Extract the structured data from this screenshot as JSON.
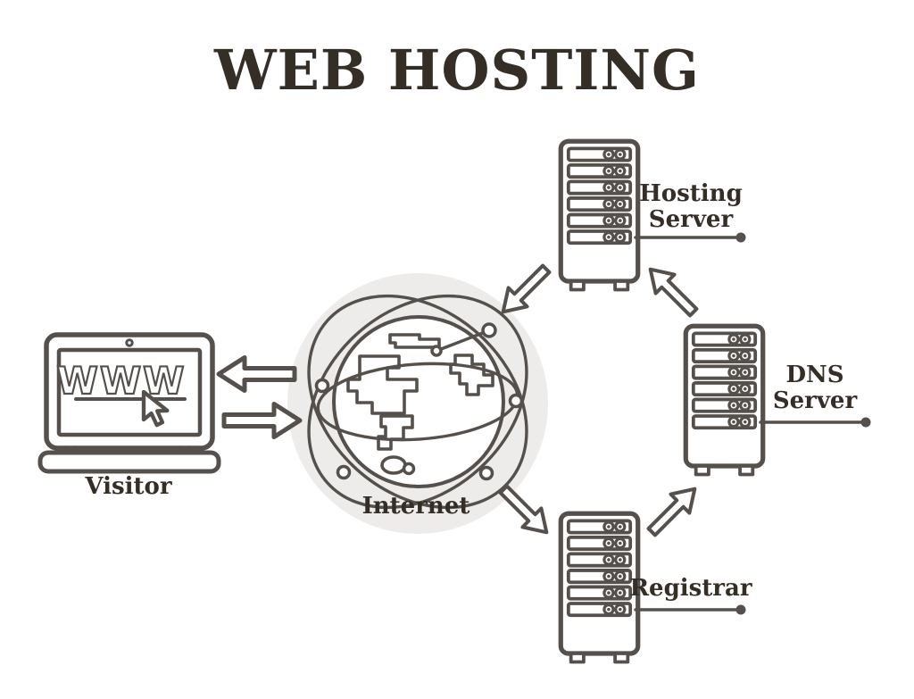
{
  "title": "WEB HOSTING",
  "colors": {
    "background": "#ffffff",
    "stroke": "#55504b",
    "text": "#352e27",
    "globe_bg": "#edecea"
  },
  "nodes": {
    "visitor": {
      "label": "Visitor",
      "screen_text": "WWW",
      "icon": "laptop-icon"
    },
    "internet": {
      "label": "Internet",
      "icon": "globe-icon"
    },
    "hosting_server": {
      "label_line1": "Hosting",
      "label_line2": "Server",
      "icon": "server-tower-icon"
    },
    "dns_server": {
      "label_line1": "DNS",
      "label_line2": "Server",
      "icon": "server-tower-icon"
    },
    "registrar": {
      "label": "Registrar",
      "icon": "server-tower-icon"
    }
  },
  "arrows": [
    {
      "from": "internet",
      "to": "visitor",
      "direction": "left"
    },
    {
      "from": "visitor",
      "to": "internet",
      "direction": "right"
    },
    {
      "from": "hosting_server",
      "to": "internet",
      "direction": "down-left"
    },
    {
      "from": "dns_server",
      "to": "hosting_server",
      "direction": "up-left"
    },
    {
      "from": "internet",
      "to": "registrar",
      "direction": "down-right"
    },
    {
      "from": "registrar",
      "to": "dns_server",
      "direction": "up-right"
    }
  ]
}
